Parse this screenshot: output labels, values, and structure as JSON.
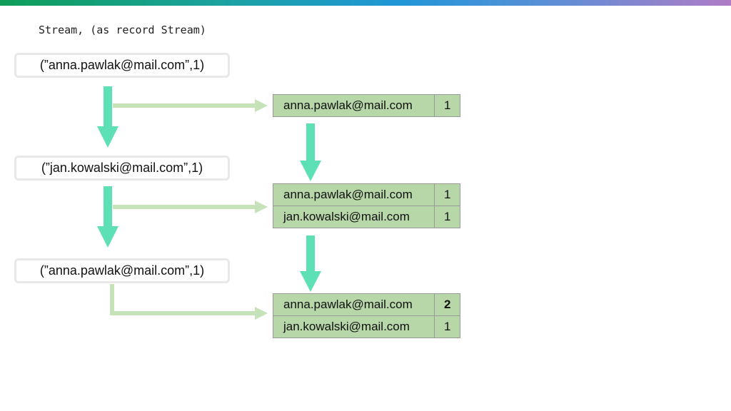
{
  "subtitle": "Stream, (as record Stream)",
  "events": [
    "(”anna.pawlak@mail.com”,1)",
    "(”jan.kowalski@mail.com”,1)",
    "(”anna.pawlak@mail.com”,1)"
  ],
  "tables": [
    {
      "rows": [
        {
          "key": "anna.pawlak@mail.com",
          "count": "1"
        }
      ]
    },
    {
      "rows": [
        {
          "key": "anna.pawlak@mail.com",
          "count": "1"
        },
        {
          "key": "jan.kowalski@mail.com",
          "count": "1"
        }
      ]
    },
    {
      "rows": [
        {
          "key": "anna.pawlak@mail.com",
          "count": "2",
          "highlight": true
        },
        {
          "key": "jan.kowalski@mail.com",
          "count": "1"
        }
      ]
    }
  ],
  "colors": {
    "down_arrow": "#5de0b5",
    "side_arrow": "#c6e2b8",
    "table_cell": "#b7d7a8"
  }
}
